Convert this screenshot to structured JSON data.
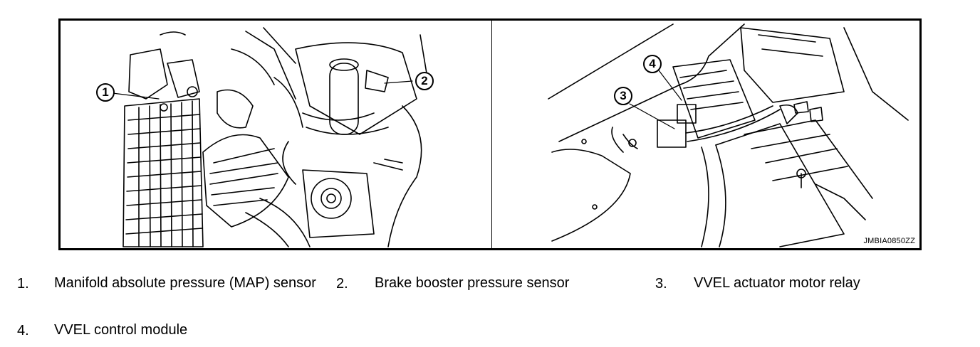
{
  "figure_id": "JMBIA0850ZZ",
  "callouts": [
    "1",
    "2",
    "3",
    "4"
  ],
  "legend": [
    {
      "num": "1.",
      "text": "Manifold absolute pressure (MAP) sensor"
    },
    {
      "num": "2.",
      "text": "Brake booster pressure sensor"
    },
    {
      "num": "3.",
      "text": "VVEL actuator motor relay"
    },
    {
      "num": "4.",
      "text": "VVEL control module"
    }
  ]
}
